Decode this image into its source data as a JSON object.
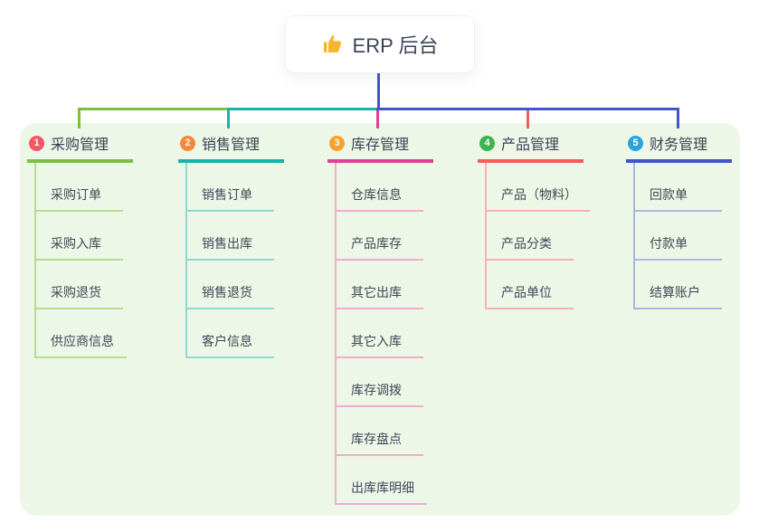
{
  "root": {
    "title": "ERP 后台",
    "icon": "thumbs-up",
    "icon_color": "#f7b42c",
    "text_color": "#3c4456"
  },
  "panel": {
    "bg": "#edf7e7"
  },
  "rail": {
    "root_line_color": "#4355cb",
    "y_color_note": "left-green, mid-teal, right-blue"
  },
  "branches": [
    {
      "num": "1",
      "title": "采购管理",
      "color": "#7ebf3f",
      "light": "#b6dc8e",
      "badge_color": "#f25763",
      "children": [
        "采购订单",
        "采购入库",
        "采购退货",
        "供应商信息"
      ]
    },
    {
      "num": "2",
      "title": "销售管理",
      "color": "#16b3a6",
      "light": "#90d9d0",
      "badge_color": "#f8863b",
      "children": [
        "销售订单",
        "销售出库",
        "销售退货",
        "客户信息"
      ]
    },
    {
      "num": "3",
      "title": "库存管理",
      "color": "#db4397",
      "light": "#efaccf",
      "badge_color": "#f9a22b",
      "children": [
        "仓库信息",
        "产品库存",
        "其它出库",
        "其它入库",
        "库存调拨",
        "库存盘点",
        "出库库明细"
      ]
    },
    {
      "num": "4",
      "title": "产品管理",
      "color": "#f35d5d",
      "light": "#f7b1ad",
      "badge_color": "#3cb54e",
      "children": [
        "产品（物料）",
        "产品分类",
        "产品单位"
      ]
    },
    {
      "num": "5",
      "title": "财务管理",
      "color": "#4355cb",
      "light": "#a7b7de",
      "badge_color": "#2ba4db",
      "children": [
        "回款单",
        "付款单",
        "结算账户"
      ]
    }
  ]
}
